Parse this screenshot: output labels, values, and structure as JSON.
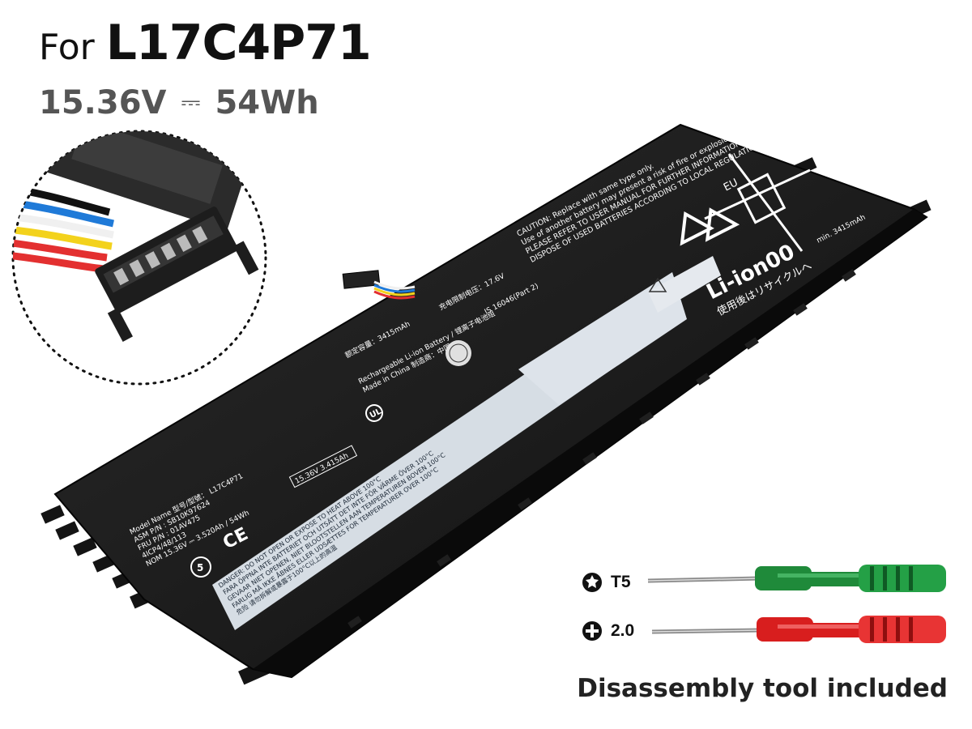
{
  "headline": {
    "for_label": "For",
    "model": "L17C4P71"
  },
  "spec": {
    "voltage": "15.36V",
    "dc_symbol": "⎓",
    "energy": "54Wh"
  },
  "battery_label": {
    "caution_lines": [
      "CAUTION: Replace with same type only.",
      "Use of another battery may present a risk of fire or explosion.",
      "PLEASE REFER TO USER MANUAL FOR FURTHER INFORMATION.",
      "DISPOSE OF USED BATTERIES ACCORDING TO LOCAL REGULATIONS."
    ],
    "capacity_line": "额定容量：3415mAh",
    "charge_line": "充电限制电压：17.6V",
    "chemistry_line": "Rechargeable Li-ion Battery / 锂离子电池组",
    "origin_line": "Made in China  制造商：中国",
    "model_lines": [
      "Model Name  型号/型號：  L17C4P71",
      "ASM P/N          :  SB10K97624",
      "FRU P/N          :  01AV475",
      "4ICP4/48/113",
      "NOM 15.36V ⎓ 3.520Ah / 54Wh"
    ],
    "rating_badge": "15.36V  3.415Ah",
    "standard_line": "IS 16046(Part 2)",
    "eu_mark": "EU",
    "min_capacity": "min. 3415mAh",
    "li_ion_mark": "Li-ion00",
    "jp_recycle": "使用後はリサイクルへ",
    "warning_lines": [
      "DANGER: DO NOT OPEN OR EXPOSE TO HEAT ABOVE 100°C",
      "FARA  ÖPPNA INTE BATTERIET OCH UTSÄTT DET INTE FÖR VÄRME ÖVER 100°C",
      "GEVAAR  NIET OPENEN, NIET BLOOTSTELLEN AAN TEMPERATUREN BOVEN 100°C",
      "FARLIG  MÅ IKKE ÅBNES ELLER UDSÆTTES FOR TEMPERATURER OVER 100°C",
      "危险  请勿拆解或暴露于100°C以上的高温"
    ]
  },
  "tools": [
    {
      "icon": "torx-icon",
      "label": "T5",
      "handle_color": "#1f8a3a"
    },
    {
      "icon": "phillips-icon",
      "label": "2.0",
      "handle_color": "#d81e1e"
    }
  ],
  "caption": "Disassembly tool included"
}
